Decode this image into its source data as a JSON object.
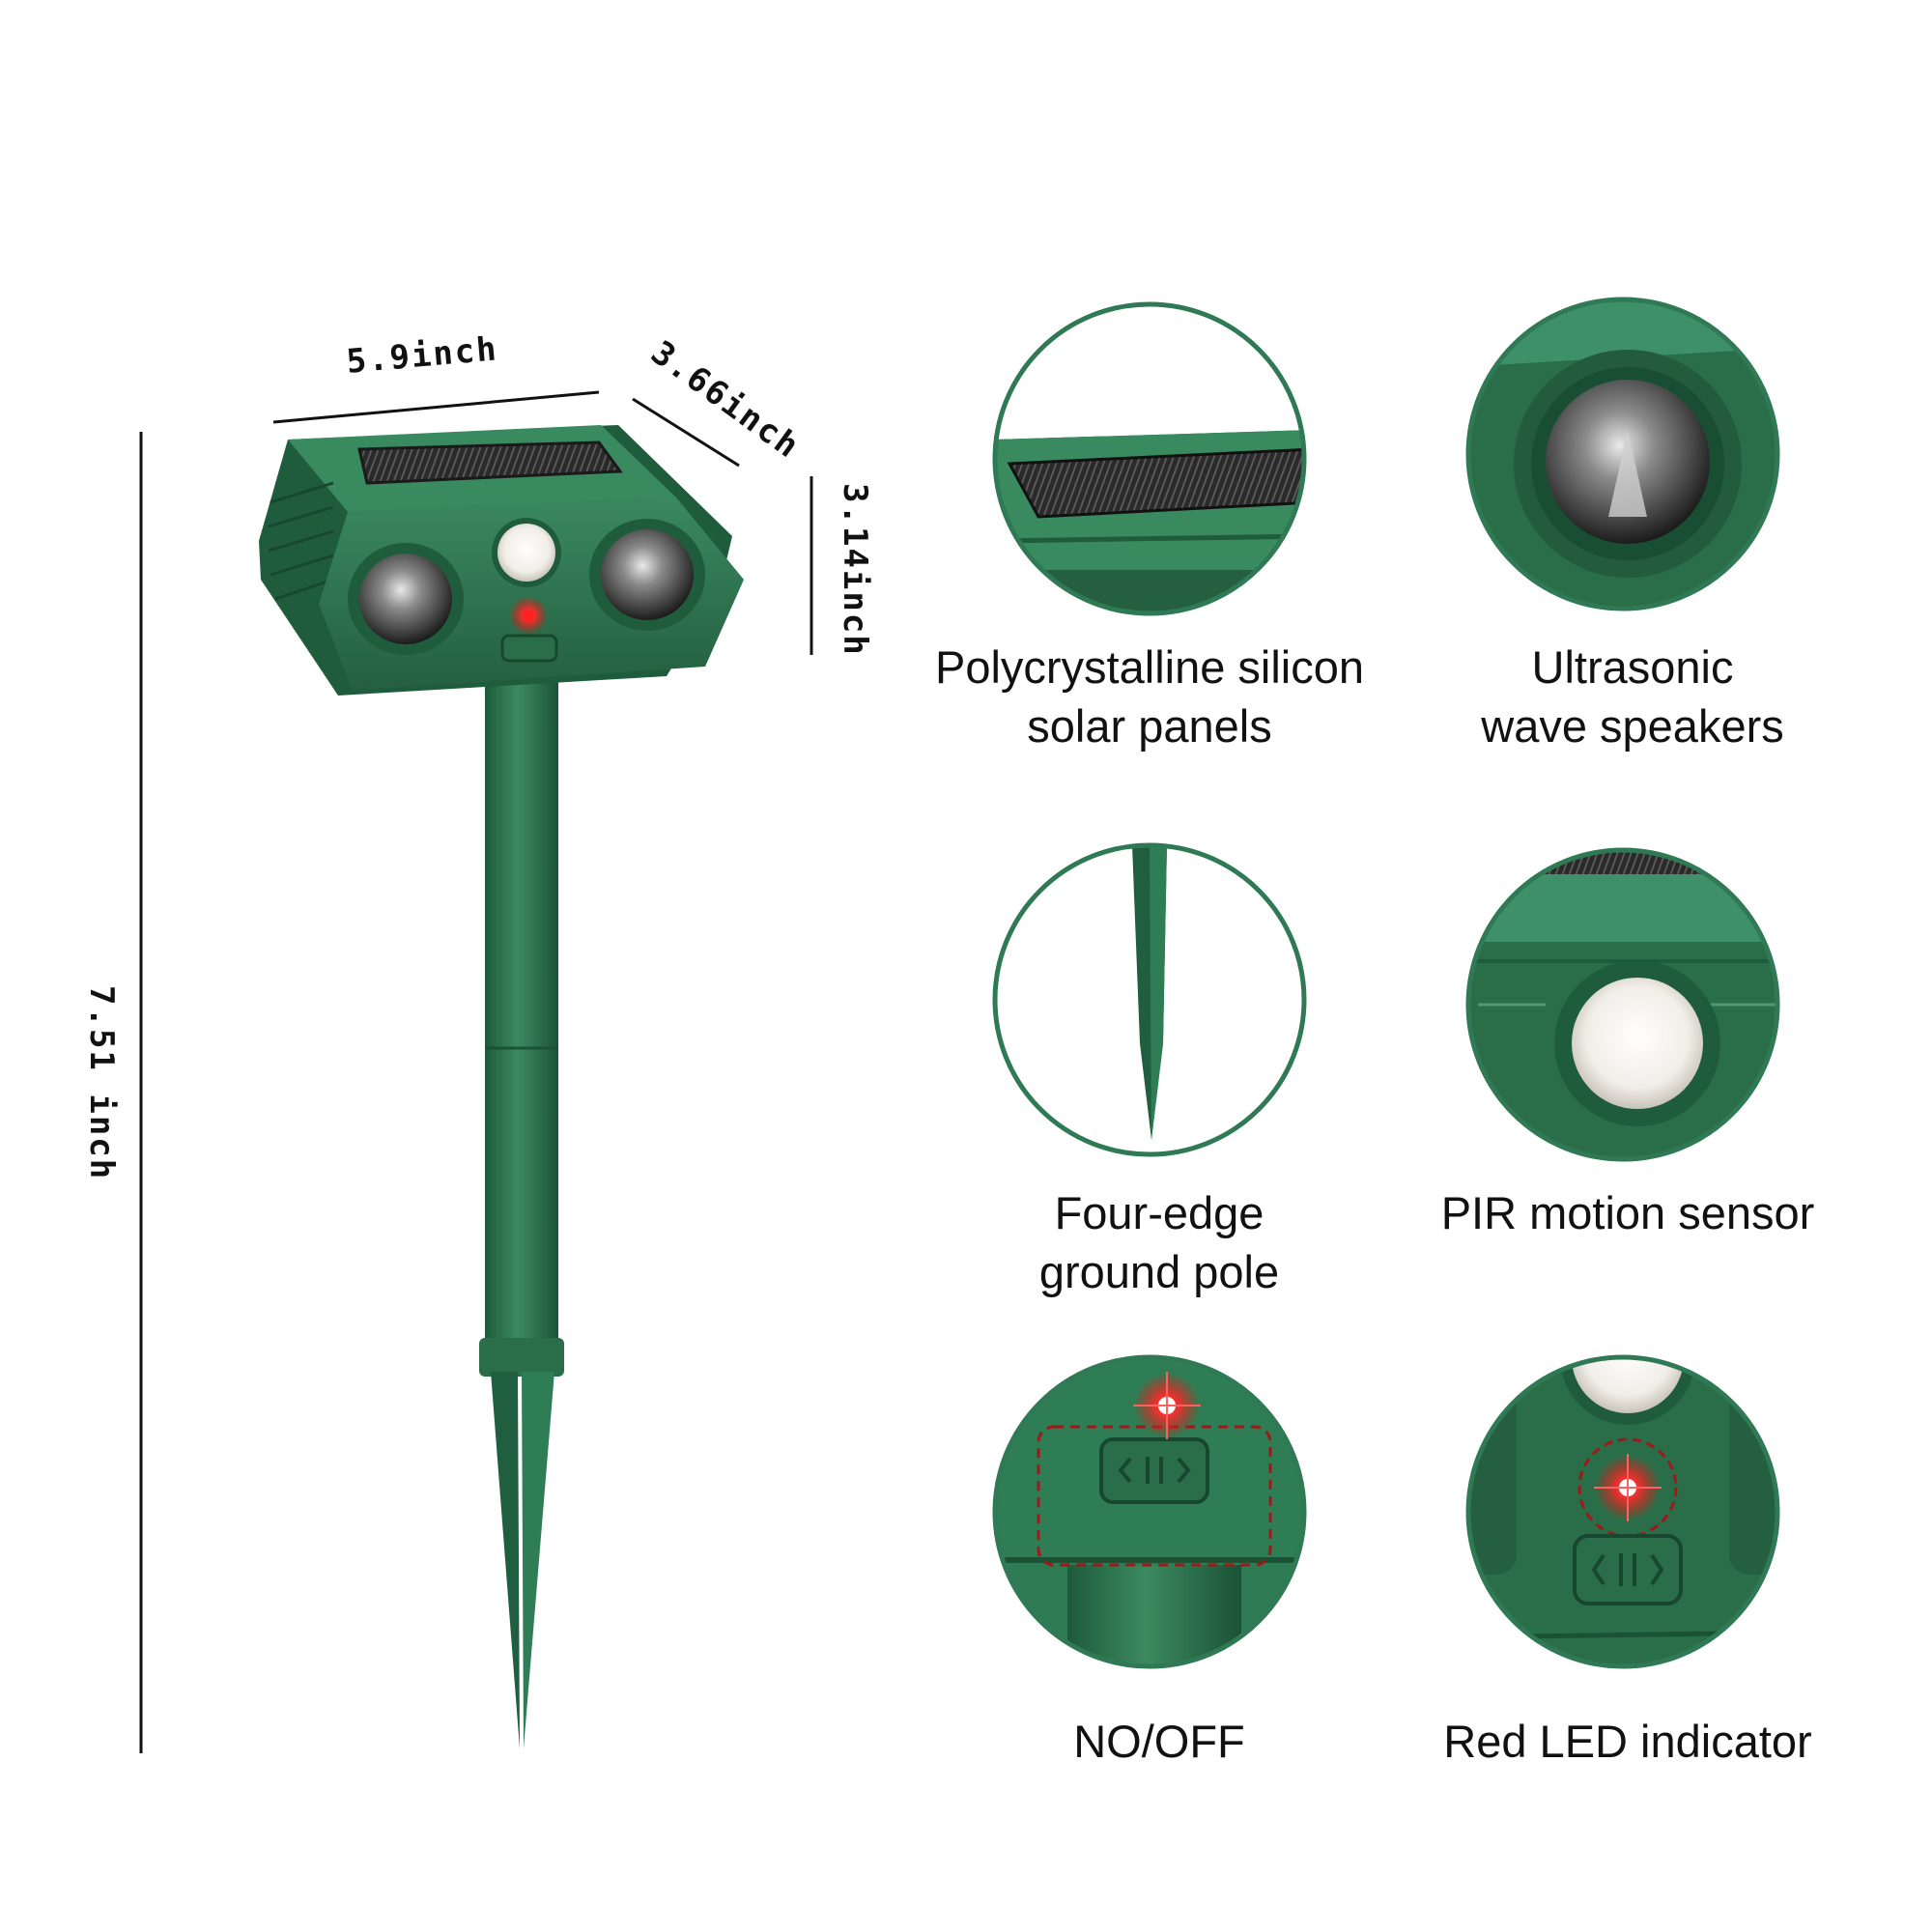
{
  "dimensions": {
    "width": "5.9inch",
    "depth": "3.66inch",
    "height": "3.14inch",
    "total_height": "7.51 inch"
  },
  "features": [
    {
      "icon": "solar-panel-icon",
      "line1": "Polycrystalline silicon",
      "line2": "solar panels"
    },
    {
      "icon": "speaker-icon",
      "line1": "Ultrasonic",
      "line2": "wave speakers"
    },
    {
      "icon": "ground-pole-icon",
      "line1": "Four-edge",
      "line2": "ground pole"
    },
    {
      "icon": "pir-sensor-icon",
      "line1": "PIR motion sensor",
      "line2": ""
    },
    {
      "icon": "power-switch-icon",
      "line1": "NO/OFF",
      "line2": ""
    },
    {
      "icon": "red-led-icon",
      "line1": "Red LED indicator",
      "line2": ""
    }
  ],
  "colors": {
    "device_green": "#2e7a52",
    "dark_green": "#1f5c3c",
    "light_green": "#4f9a72",
    "led_red": "#ff2a2a",
    "circle_border": "#2f7a55"
  }
}
